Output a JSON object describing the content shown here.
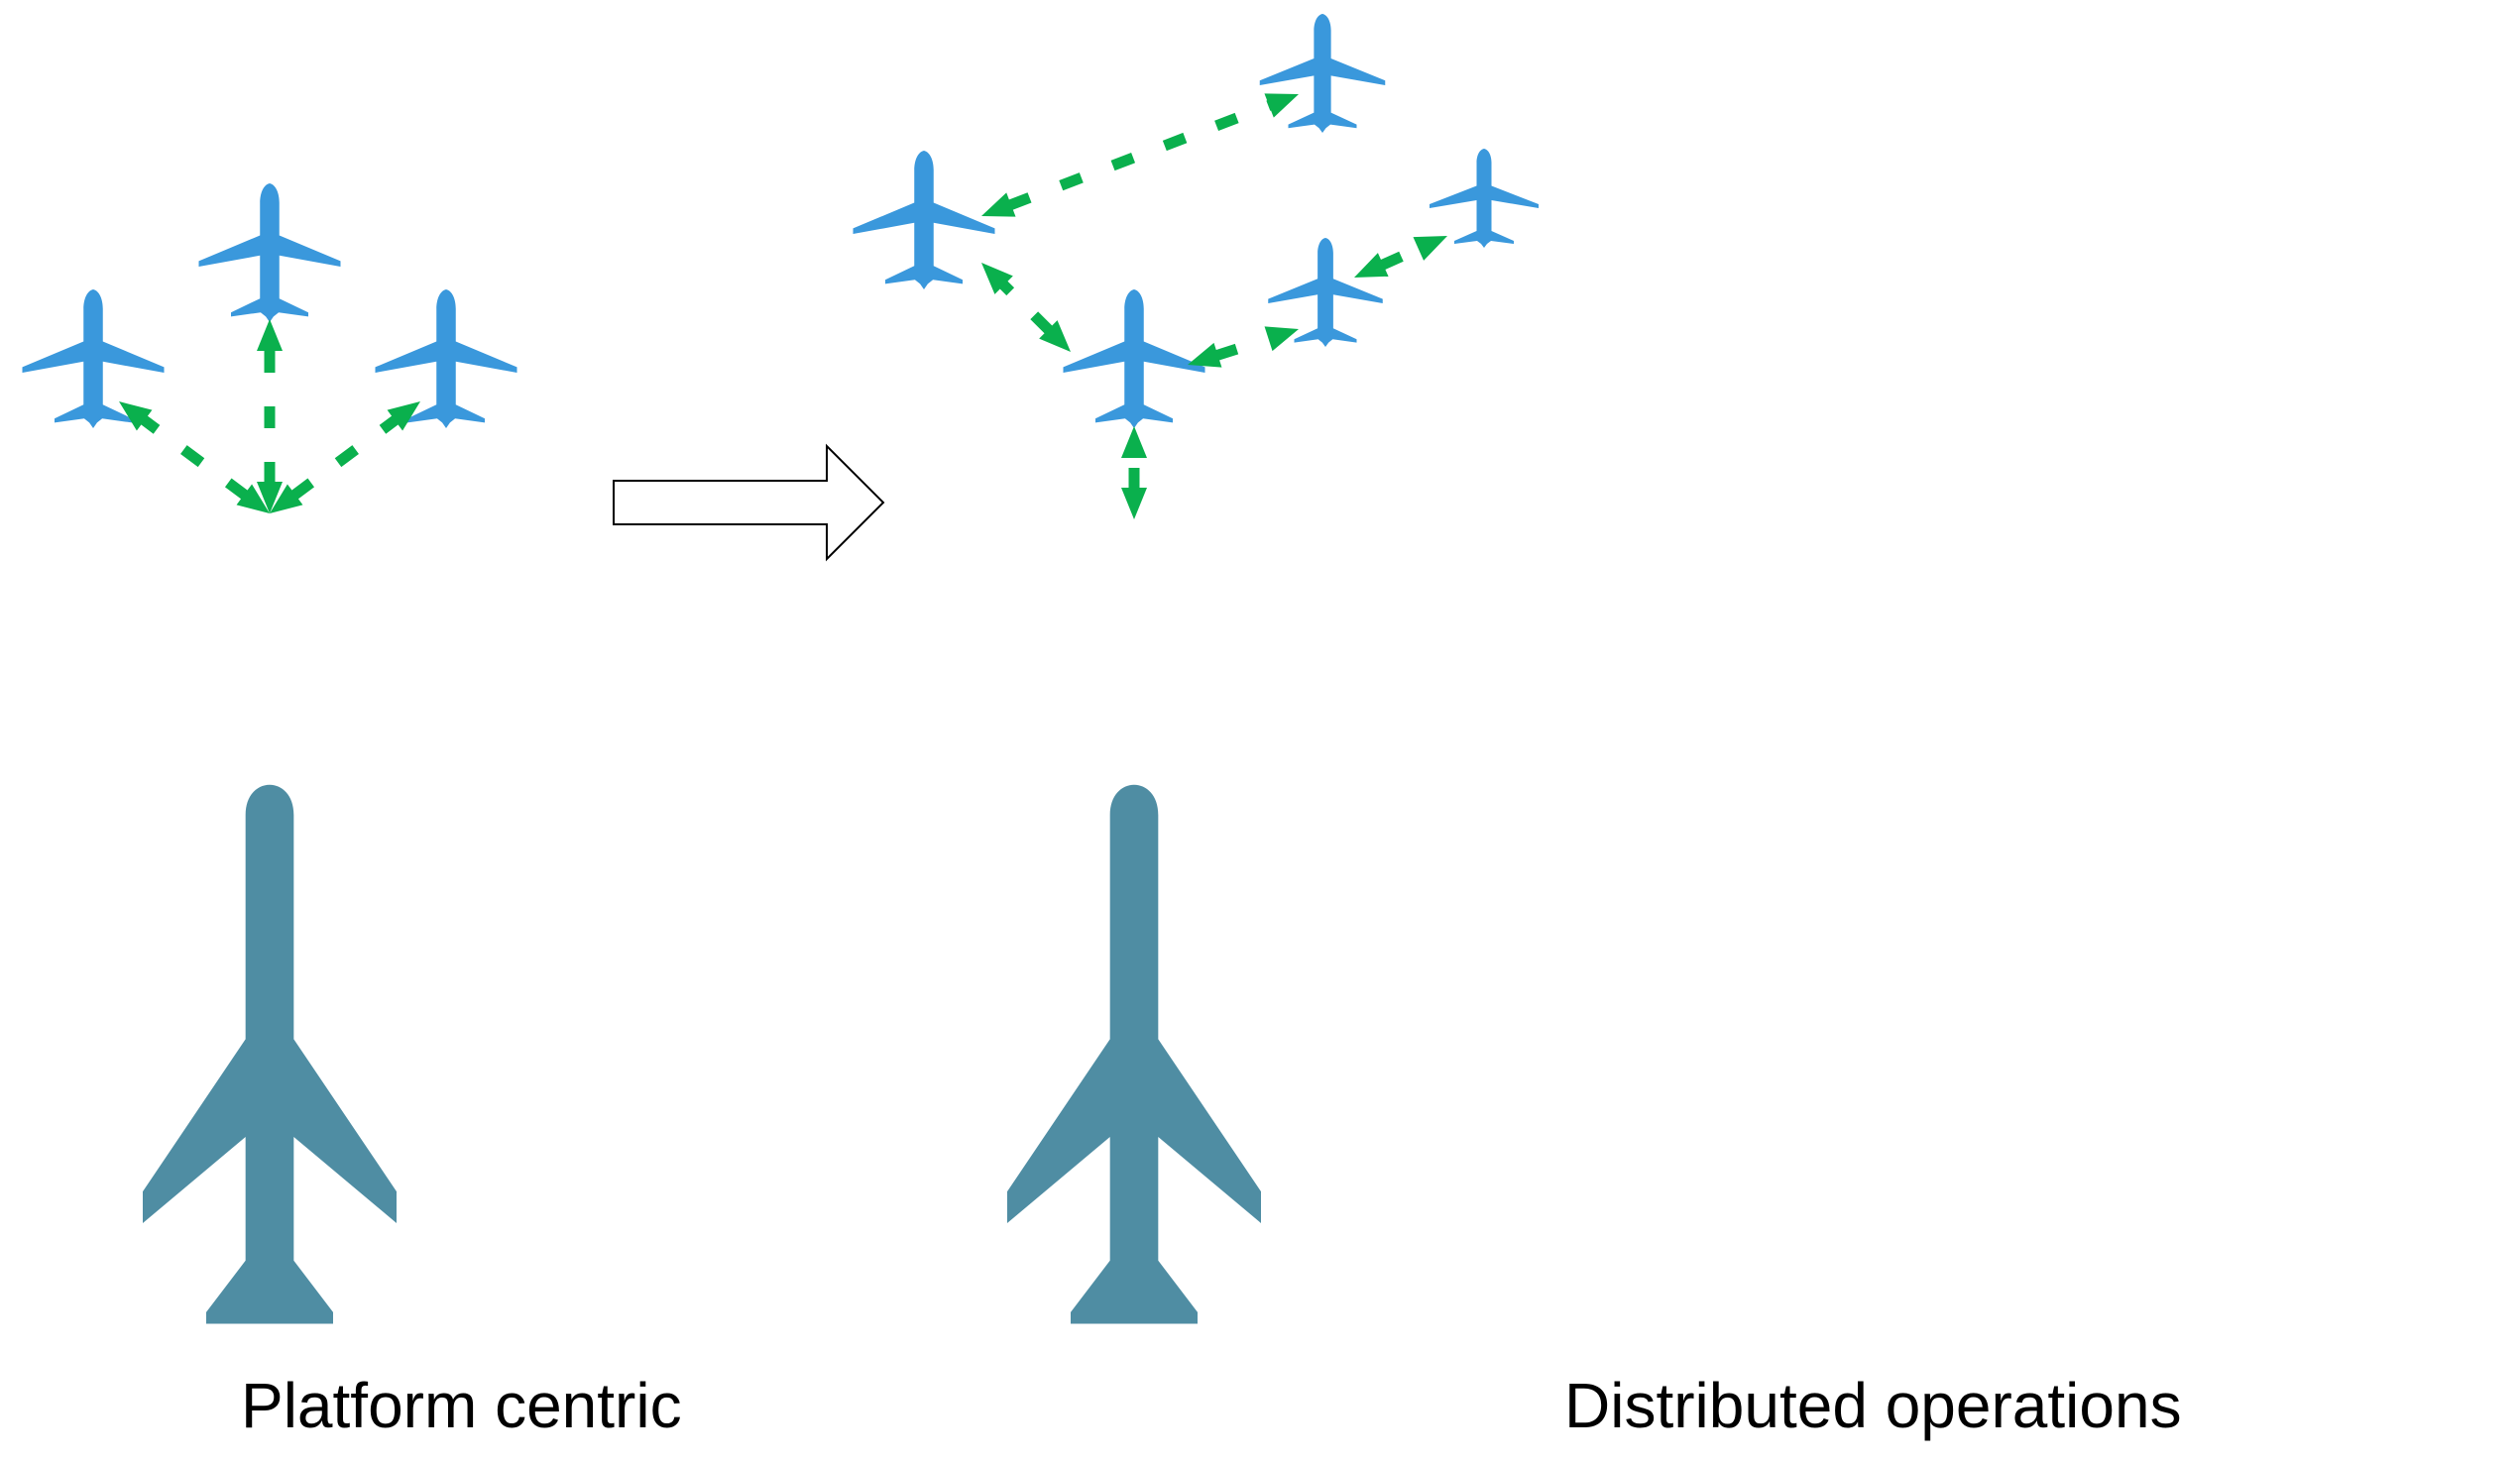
{
  "captions": {
    "left": "Platform centric",
    "right": "Distributed operations"
  },
  "colors": {
    "small_aircraft": "#3a98dc",
    "large_aircraft": "#4f8da3",
    "link": "#0ab04d",
    "transition_arrow_stroke": "#000000"
  },
  "icons": {
    "aircraft": "airplane-icon",
    "transition": "right-arrow-outline-icon",
    "link": "dashed-double-arrow"
  },
  "panels": [
    {
      "caption": "Platform centric",
      "large_aircraft_count": 1,
      "small_aircraft_count": 3,
      "links": [
        "large-to-small-1",
        "large-to-small-2",
        "large-to-small-3"
      ]
    },
    {
      "caption": "Distributed operations",
      "large_aircraft_count": 1,
      "small_aircraft_count": 5,
      "links": [
        "large-to-hub",
        "hub-to-left",
        "left-to-top-right",
        "hub-to-mid-right",
        "mid-right-to-far-right"
      ]
    }
  ]
}
